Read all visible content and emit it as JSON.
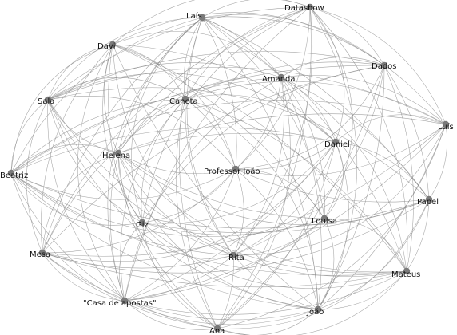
{
  "graph": {
    "nodes": [
      {
        "id": "lais",
        "label": "Laís"
      },
      {
        "id": "datashow",
        "label": "Datashow"
      },
      {
        "id": "davi",
        "label": "Davi"
      },
      {
        "id": "dados",
        "label": "Dados"
      },
      {
        "id": "amanda",
        "label": "Amanda"
      },
      {
        "id": "sala",
        "label": "Sala"
      },
      {
        "id": "caneta",
        "label": "Caneta"
      },
      {
        "id": "luis",
        "label": "Luís"
      },
      {
        "id": "daniel",
        "label": "Daniel"
      },
      {
        "id": "helena",
        "label": "Helena"
      },
      {
        "id": "professor-joao",
        "label": "Professor João"
      },
      {
        "id": "beatriz",
        "label": "Beatriz"
      },
      {
        "id": "papel",
        "label": "Papel"
      },
      {
        "id": "giz",
        "label": "Giz"
      },
      {
        "id": "louisa",
        "label": "Louisa"
      },
      {
        "id": "mesa",
        "label": "Mesa"
      },
      {
        "id": "rita",
        "label": "Rita"
      },
      {
        "id": "mateus",
        "label": "Mateus"
      },
      {
        "id": "casa-de-apostas",
        "label": "\"Casa de apostas\""
      },
      {
        "id": "joao",
        "label": "João"
      },
      {
        "id": "ana",
        "label": "Ana"
      }
    ]
  }
}
